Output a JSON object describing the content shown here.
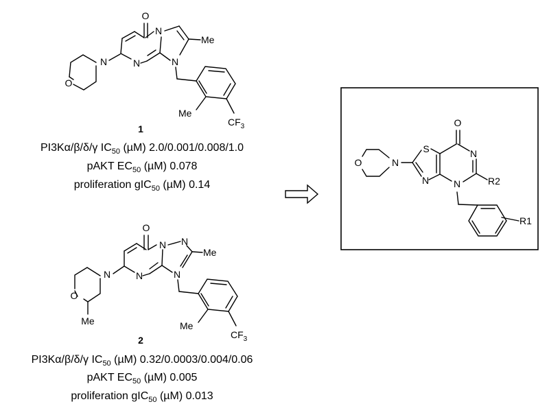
{
  "compound1": {
    "label": "1",
    "atoms": {
      "o_carbonyl": "O",
      "n_bridge": "N",
      "n_pyr": "N",
      "n_imid": "N",
      "n_morph": "N",
      "o_morph": "O",
      "me_ring": "Me",
      "me_benzyl": "Me",
      "cf3": "CF",
      "cf3_sub": "3"
    },
    "activity": {
      "line1": {
        "pre": "PI3Kα/β/δ/γ IC",
        "sub": "50",
        "post": " (µM) 2.0/0.001/0.008/1.0"
      },
      "line2": {
        "pre": "pAKT EC",
        "sub": "50",
        "post": " (µM) 0.078"
      },
      "line3": {
        "pre": "proliferation gIC",
        "sub": "50",
        "post": " (µM) 0.14"
      }
    }
  },
  "compound2": {
    "label": "2",
    "atoms": {
      "o_carbonyl": "O",
      "n_bridge": "N",
      "n_triaz": "N",
      "n_pyr": "N",
      "n_imid": "N",
      "n_morph": "N",
      "o_morph": "O",
      "me_morph": "Me",
      "me_ring": "Me",
      "me_benzyl": "Me",
      "cf3": "CF",
      "cf3_sub": "3"
    },
    "activity": {
      "line1": {
        "pre": "PI3Kα/β/δ/γ IC",
        "sub": "50",
        "post": " (µM) 0.32/0.0003/0.004/0.06"
      },
      "line2": {
        "pre": "pAKT EC",
        "sub": "50",
        "post": " (µM) 0.005"
      },
      "line3": {
        "pre": "proliferation gIC",
        "sub": "50",
        "post": " (µM) 0.013"
      }
    }
  },
  "scaffold": {
    "atoms": {
      "o_carbonyl": "O",
      "s_thiazole": "S",
      "n_amidine": "N",
      "n_thiazole": "N",
      "n_benzyl": "N",
      "n_morph": "N",
      "o_morph": "O",
      "r1": "R1",
      "r2": "R2"
    }
  }
}
